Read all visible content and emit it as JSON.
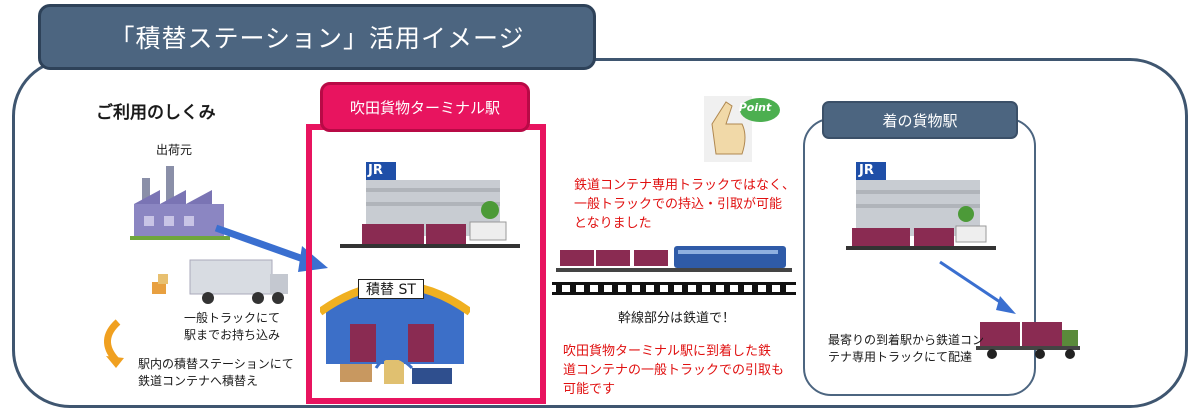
{
  "title": "「積替ステーション」活用イメージ",
  "how_it_works": "ご利用のしくみ",
  "origin_label": "出荷元",
  "step1": [
    "一般トラックにて",
    "駅までお持ち込み"
  ],
  "step2": [
    "駅内の積替ステーションにて",
    "鉄道コンテナへ積替え"
  ],
  "station_name": "吹田貨物ターミナル駅",
  "transfer_label": "積替 ST",
  "point_badge": "Point",
  "point_text": [
    "鉄道コンテナ専用トラックではなく、",
    "一般トラックでの持込・引取が可能",
    "となりました"
  ],
  "trunk_line": "幹線部分は鉄道で！",
  "arrival_text": [
    "吹田貨物ターミナル駅に到着した鉄",
    "道コンテナの一般トラックでの引取も",
    "可能です"
  ],
  "dest_station": "着の貨物駅",
  "dest_text": [
    "最寄りの到着駅から鉄道コン",
    "テナ専用トラックにて配達"
  ],
  "jr_logo": "JR",
  "colors": {
    "accent_pink": "#e8145f",
    "navy": "#4c6580",
    "red_text": "#e01010",
    "arrow_blue": "#3a6fd0"
  }
}
